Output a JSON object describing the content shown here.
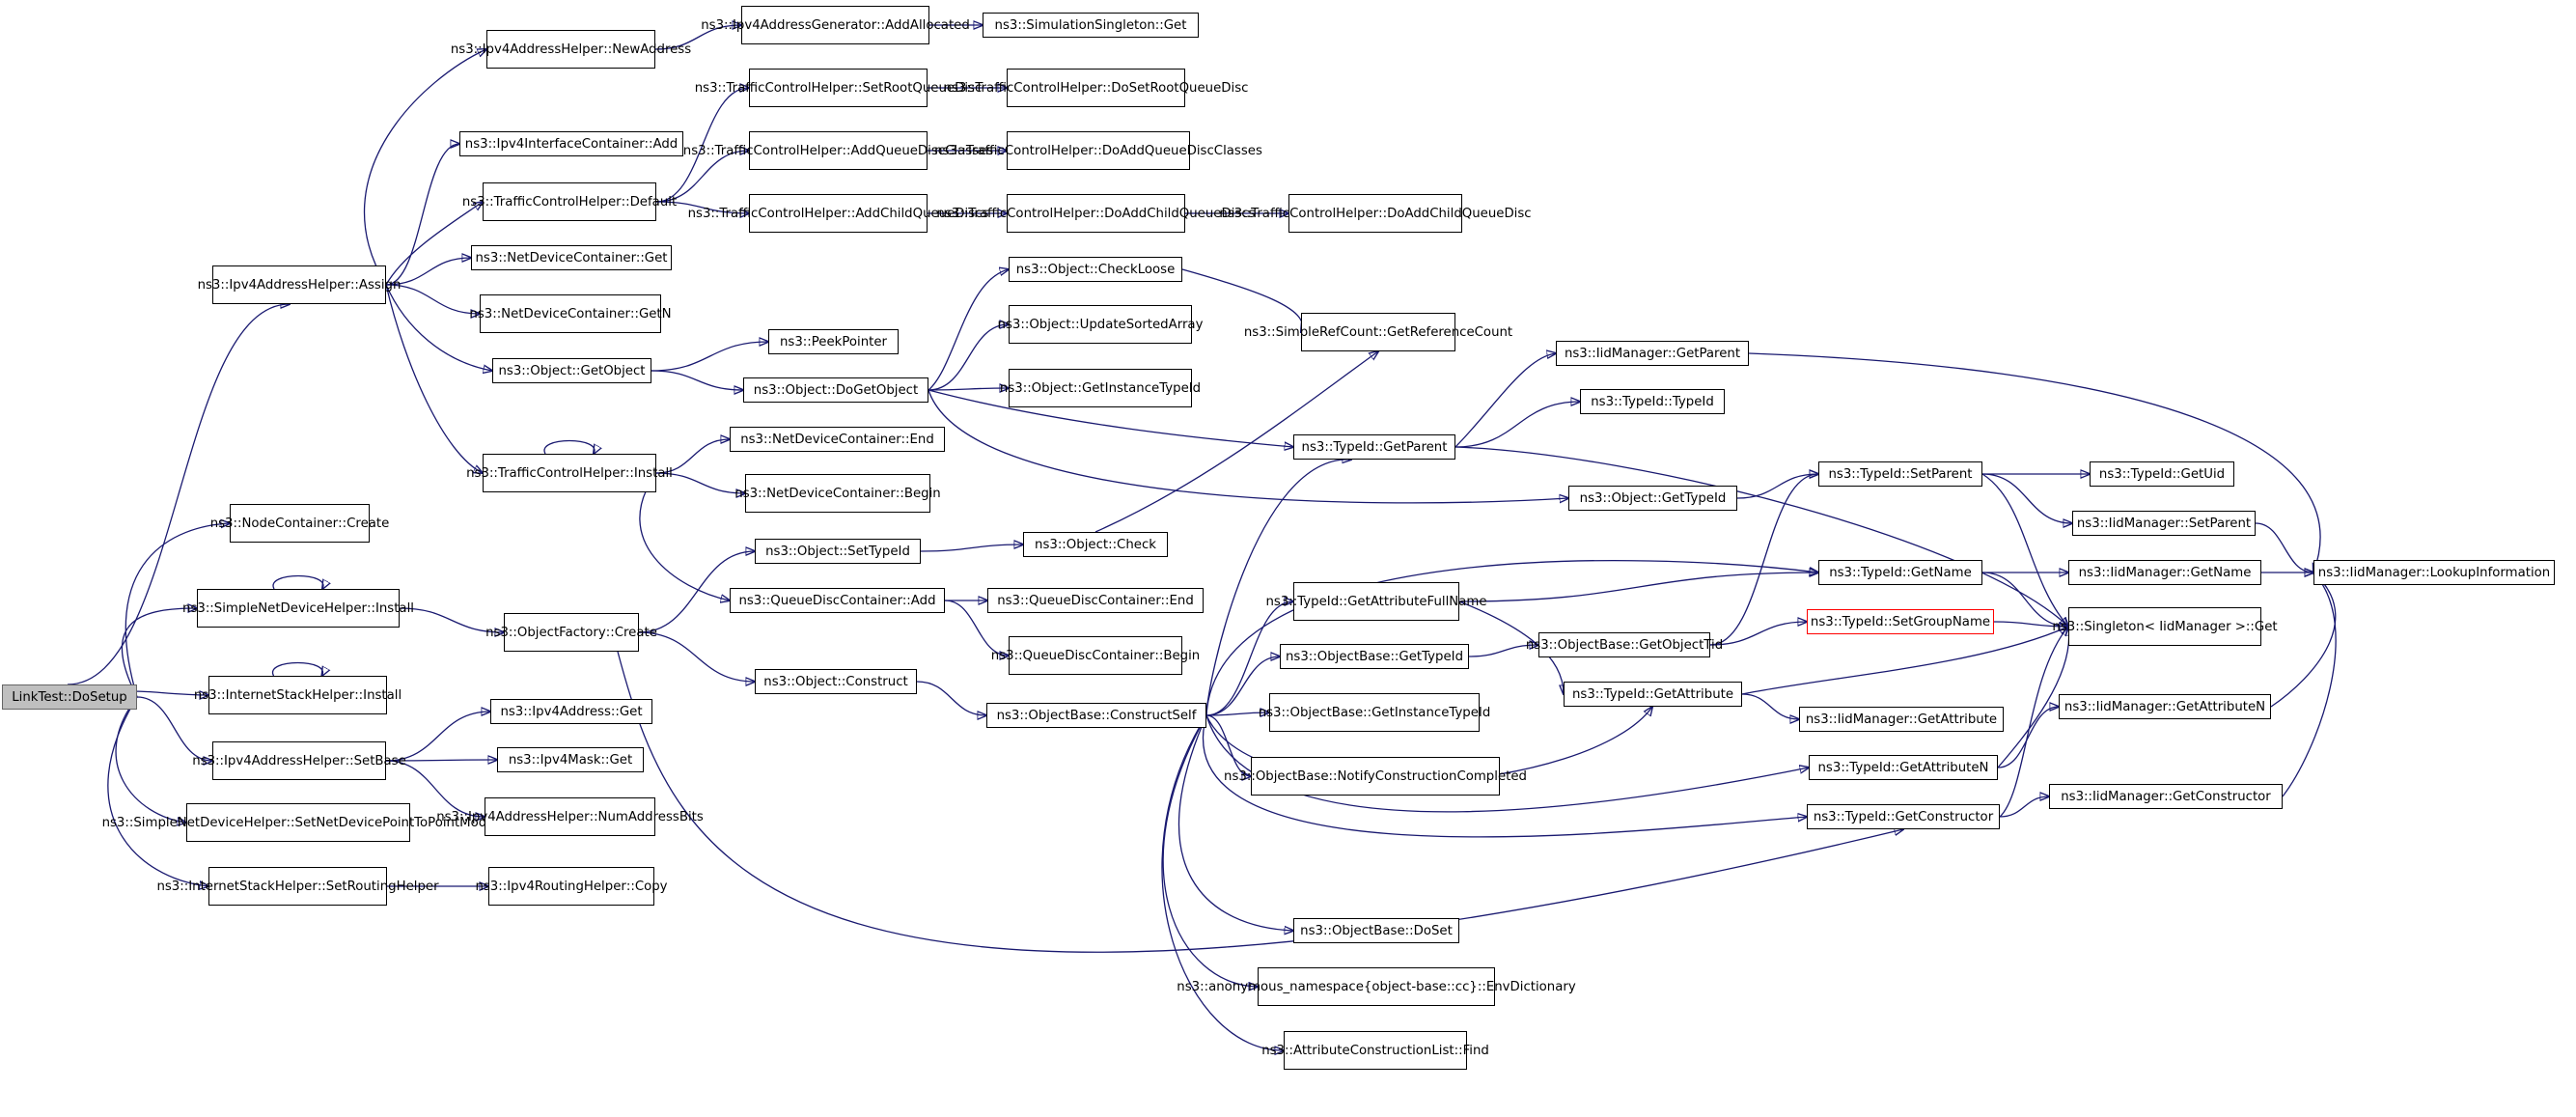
{
  "graph": {
    "nodes": [
      {
        "id": "dosetup",
        "lines": [
          "LinkTest::DoSetup"
        ],
        "root": true
      },
      {
        "id": "ipv4ah_assign",
        "lines": [
          "ns3::Ipv4AddressHelper",
          "::Assign"
        ]
      },
      {
        "id": "nodecont_create",
        "lines": [
          "ns3::NodeContainer",
          "::Create"
        ]
      },
      {
        "id": "snd_install",
        "lines": [
          "ns3::SimpleNetDeviceHelper",
          "::Install"
        ]
      },
      {
        "id": "ish_install",
        "lines": [
          "ns3::InternetStackHelper",
          "::Install"
        ]
      },
      {
        "id": "ipv4ah_setbase",
        "lines": [
          "ns3::Ipv4AddressHelper",
          "::SetBase"
        ]
      },
      {
        "id": "snd_setp2p",
        "lines": [
          "ns3::SimpleNetDeviceHelper",
          "::SetNetDevicePointToPointMode"
        ]
      },
      {
        "id": "ish_setrouting",
        "lines": [
          "ns3::InternetStackHelper",
          "::SetRoutingHelper"
        ]
      },
      {
        "id": "ipv4ah_newaddr",
        "lines": [
          "ns3::Ipv4AddressHelper",
          "::NewAddress"
        ]
      },
      {
        "id": "ipv4ifc_add",
        "lines": [
          "ns3::Ipv4InterfaceContainer::Add"
        ]
      },
      {
        "id": "tch_default",
        "lines": [
          "ns3::TrafficControlHelper",
          "::Default"
        ]
      },
      {
        "id": "ndc_get",
        "lines": [
          "ns3::NetDeviceContainer::Get"
        ]
      },
      {
        "id": "ndc_getn",
        "lines": [
          "ns3::NetDeviceContainer",
          "::GetN"
        ]
      },
      {
        "id": "obj_getobject",
        "lines": [
          "ns3::Object::GetObject"
        ]
      },
      {
        "id": "tch_install",
        "lines": [
          "ns3::TrafficControlHelper",
          "::Install"
        ]
      },
      {
        "id": "objfactory_create",
        "lines": [
          "ns3::ObjectFactory",
          "::Create"
        ]
      },
      {
        "id": "ipv4addr_get",
        "lines": [
          "ns3::Ipv4Address::Get"
        ]
      },
      {
        "id": "ipv4mask_get",
        "lines": [
          "ns3::Ipv4Mask::Get"
        ]
      },
      {
        "id": "ipv4ah_numbits",
        "lines": [
          "ns3::Ipv4AddressHelper",
          "::NumAddressBits"
        ]
      },
      {
        "id": "ipv4rh_copy",
        "lines": [
          "ns3::Ipv4RoutingHelper",
          "::Copy"
        ]
      },
      {
        "id": "ipv4ag_addalloc",
        "lines": [
          "ns3::Ipv4AddressGenerator",
          "::AddAllocated"
        ]
      },
      {
        "id": "simsingleton_get",
        "lines": [
          "ns3::SimulationSingleton::Get"
        ]
      },
      {
        "id": "tch_setroot",
        "lines": [
          "ns3::TrafficControlHelper",
          "::SetRootQueueDisc"
        ]
      },
      {
        "id": "tch_addqdclasses",
        "lines": [
          "ns3::TrafficControlHelper",
          "::AddQueueDiscClasses"
        ]
      },
      {
        "id": "tch_addchild",
        "lines": [
          "ns3::TrafficControlHelper",
          "::AddChildQueueDiscs"
        ]
      },
      {
        "id": "tch_dosetroot",
        "lines": [
          "ns3::TrafficControlHelper",
          "::DoSetRootQueueDisc"
        ]
      },
      {
        "id": "tch_doaddqdclasses",
        "lines": [
          "ns3::TrafficControlHelper",
          "::DoAddQueueDiscClasses"
        ]
      },
      {
        "id": "tch_doaddchild",
        "lines": [
          "ns3::TrafficControlHelper",
          "::DoAddChildQueueDiscs"
        ]
      },
      {
        "id": "tch_doaddchildqd",
        "lines": [
          "ns3::TrafficControlHelper",
          "::DoAddChildQueueDisc"
        ]
      },
      {
        "id": "peekpointer",
        "lines": [
          "ns3::PeekPointer"
        ]
      },
      {
        "id": "obj_dogetobject",
        "lines": [
          "ns3::Object::DoGetObject"
        ]
      },
      {
        "id": "ndc_end",
        "lines": [
          "ns3::NetDeviceContainer::End"
        ]
      },
      {
        "id": "ndc_begin",
        "lines": [
          "ns3::NetDeviceContainer",
          "::Begin"
        ]
      },
      {
        "id": "obj_settypeid",
        "lines": [
          "ns3::Object::SetTypeId"
        ]
      },
      {
        "id": "qdc_add",
        "lines": [
          "ns3::QueueDiscContainer::Add"
        ]
      },
      {
        "id": "obj_construct",
        "lines": [
          "ns3::Object::Construct"
        ]
      },
      {
        "id": "obj_checkloose",
        "lines": [
          "ns3::Object::CheckLoose"
        ]
      },
      {
        "id": "obj_updatesorted",
        "lines": [
          "ns3::Object::UpdateSorted",
          "Array"
        ]
      },
      {
        "id": "obj_getinstancetid",
        "lines": [
          "ns3::Object::GetInstance",
          "TypeId"
        ]
      },
      {
        "id": "obj_check",
        "lines": [
          "ns3::Object::Check"
        ]
      },
      {
        "id": "qdc_end",
        "lines": [
          "ns3::QueueDiscContainer::End"
        ]
      },
      {
        "id": "qdc_begin",
        "lines": [
          "ns3::QueueDiscContainer",
          "::Begin"
        ]
      },
      {
        "id": "objbase_constructself",
        "lines": [
          "ns3::ObjectBase::ConstructSelf"
        ]
      },
      {
        "id": "src_getrefcount",
        "lines": [
          "ns3::SimpleRefCount",
          "::GetReferenceCount"
        ]
      },
      {
        "id": "tid_getparent",
        "lines": [
          "ns3::TypeId::GetParent"
        ]
      },
      {
        "id": "tid_getattrfullname",
        "lines": [
          "ns3::TypeId::GetAttribute",
          "FullName"
        ]
      },
      {
        "id": "objbase_gettypeid",
        "lines": [
          "ns3::ObjectBase::GetTypeId"
        ]
      },
      {
        "id": "objbase_getinsttid",
        "lines": [
          "ns3::ObjectBase::GetInstance",
          "TypeId"
        ]
      },
      {
        "id": "objbase_notifyconstr",
        "lines": [
          "ns3::ObjectBase::NotifyConstruction",
          "Completed"
        ]
      },
      {
        "id": "objbase_doset",
        "lines": [
          "ns3::ObjectBase::DoSet"
        ]
      },
      {
        "id": "anon_envdict",
        "lines": [
          "ns3::anonymous_namespace",
          "{object-base::cc}::EnvDictionary"
        ]
      },
      {
        "id": "attrconstr_find",
        "lines": [
          "ns3::AttributeConstruction",
          "List::Find"
        ]
      },
      {
        "id": "iidm_getparent",
        "lines": [
          "ns3::IidManager::GetParent"
        ]
      },
      {
        "id": "tid_typeid",
        "lines": [
          "ns3::TypeId::TypeId"
        ]
      },
      {
        "id": "obj_gettypeid",
        "lines": [
          "ns3::Object::GetTypeId"
        ]
      },
      {
        "id": "objbase_getobjecttid",
        "lines": [
          "ns3::ObjectBase::GetObjectTid"
        ]
      },
      {
        "id": "tid_getattribute",
        "lines": [
          "ns3::TypeId::GetAttribute"
        ]
      },
      {
        "id": "tid_setparent",
        "lines": [
          "ns3::TypeId::SetParent"
        ]
      },
      {
        "id": "tid_getname",
        "lines": [
          "ns3::TypeId::GetName"
        ]
      },
      {
        "id": "tid_setgroupname",
        "lines": [
          "ns3::TypeId::SetGroupName"
        ],
        "red": true
      },
      {
        "id": "iidm_getattribute",
        "lines": [
          "ns3::IidManager::GetAttribute"
        ]
      },
      {
        "id": "tid_getattributen",
        "lines": [
          "ns3::TypeId::GetAttributeN"
        ]
      },
      {
        "id": "tid_getconstructor",
        "lines": [
          "ns3::TypeId::GetConstructor"
        ]
      },
      {
        "id": "tid_getuid",
        "lines": [
          "ns3::TypeId::GetUid"
        ]
      },
      {
        "id": "iidm_setparent",
        "lines": [
          "ns3::IidManager::SetParent"
        ]
      },
      {
        "id": "iidm_getname",
        "lines": [
          "ns3::IidManager::GetName"
        ]
      },
      {
        "id": "singleton_get",
        "lines": [
          "ns3::Singleton< IidManager",
          " >::Get"
        ]
      },
      {
        "id": "iidm_getattributen",
        "lines": [
          "ns3::IidManager::GetAttributeN"
        ]
      },
      {
        "id": "iidm_getconstructor",
        "lines": [
          "ns3::IidManager::GetConstructor"
        ]
      },
      {
        "id": "iidm_lookupinfo",
        "lines": [
          "ns3::IidManager::LookupInformation"
        ]
      }
    ],
    "edges": [
      [
        "dosetup",
        "ipv4ah_assign"
      ],
      [
        "dosetup",
        "nodecont_create"
      ],
      [
        "dosetup",
        "snd_install"
      ],
      [
        "dosetup",
        "ish_install"
      ],
      [
        "dosetup",
        "ipv4ah_setbase"
      ],
      [
        "dosetup",
        "snd_setp2p"
      ],
      [
        "dosetup",
        "ish_setrouting"
      ],
      [
        "ipv4ah_assign",
        "ipv4ah_newaddr"
      ],
      [
        "ipv4ah_assign",
        "ipv4ifc_add"
      ],
      [
        "ipv4ah_assign",
        "tch_default"
      ],
      [
        "ipv4ah_assign",
        "ndc_get"
      ],
      [
        "ipv4ah_assign",
        "ndc_getn"
      ],
      [
        "ipv4ah_assign",
        "obj_getobject"
      ],
      [
        "ipv4ah_assign",
        "tch_install"
      ],
      [
        "snd_install",
        "snd_install"
      ],
      [
        "snd_install",
        "objfactory_create"
      ],
      [
        "ish_install",
        "ish_install"
      ],
      [
        "ipv4ah_setbase",
        "ipv4addr_get"
      ],
      [
        "ipv4ah_setbase",
        "ipv4mask_get"
      ],
      [
        "ipv4ah_setbase",
        "ipv4ah_numbits"
      ],
      [
        "ish_setrouting",
        "ipv4rh_copy"
      ],
      [
        "ipv4ah_newaddr",
        "ipv4ag_addalloc"
      ],
      [
        "ipv4ag_addalloc",
        "simsingleton_get"
      ],
      [
        "tch_default",
        "tch_setroot"
      ],
      [
        "tch_default",
        "tch_addqdclasses"
      ],
      [
        "tch_default",
        "tch_addchild"
      ],
      [
        "tch_setroot",
        "tch_dosetroot"
      ],
      [
        "tch_addqdclasses",
        "tch_doaddqdclasses"
      ],
      [
        "tch_addchild",
        "tch_doaddchild"
      ],
      [
        "tch_doaddchild",
        "tch_doaddchildqd"
      ],
      [
        "obj_getobject",
        "peekpointer"
      ],
      [
        "obj_getobject",
        "obj_dogetobject"
      ],
      [
        "tch_install",
        "tch_install"
      ],
      [
        "tch_install",
        "ndc_end"
      ],
      [
        "tch_install",
        "ndc_begin"
      ],
      [
        "tch_install",
        "qdc_add"
      ],
      [
        "objfactory_create",
        "obj_settypeid"
      ],
      [
        "objfactory_create",
        "obj_construct"
      ],
      [
        "objfactory_create",
        "tid_getconstructor"
      ],
      [
        "obj_dogetobject",
        "obj_checkloose"
      ],
      [
        "obj_dogetobject",
        "obj_updatesorted"
      ],
      [
        "obj_dogetobject",
        "obj_getinstancetid"
      ],
      [
        "obj_dogetobject",
        "tid_getparent"
      ],
      [
        "obj_dogetobject",
        "obj_gettypeid"
      ],
      [
        "obj_settypeid",
        "obj_check"
      ],
      [
        "qdc_add",
        "qdc_end"
      ],
      [
        "qdc_add",
        "qdc_begin"
      ],
      [
        "obj_construct",
        "objbase_constructself"
      ],
      [
        "obj_checkloose",
        "src_getrefcount"
      ],
      [
        "obj_check",
        "src_getrefcount"
      ],
      [
        "objbase_constructself",
        "tid_getparent"
      ],
      [
        "objbase_constructself",
        "tid_getname"
      ],
      [
        "objbase_constructself",
        "tid_getattrfullname"
      ],
      [
        "objbase_constructself",
        "objbase_gettypeid"
      ],
      [
        "objbase_constructself",
        "objbase_getinsttid"
      ],
      [
        "objbase_constructself",
        "objbase_notifyconstr"
      ],
      [
        "objbase_constructself",
        "tid_getattribute"
      ],
      [
        "objbase_constructself",
        "tid_getattributen"
      ],
      [
        "objbase_constructself",
        "tid_getconstructor"
      ],
      [
        "objbase_constructself",
        "objbase_doset"
      ],
      [
        "objbase_constructself",
        "anon_envdict"
      ],
      [
        "objbase_constructself",
        "attrconstr_find"
      ],
      [
        "tid_getparent",
        "iidm_getparent"
      ],
      [
        "tid_getparent",
        "tid_typeid"
      ],
      [
        "tid_getparent",
        "singleton_get"
      ],
      [
        "tid_getattrfullname",
        "tid_getname"
      ],
      [
        "tid_getattrfullname",
        "tid_getattribute"
      ],
      [
        "objbase_gettypeid",
        "objbase_getobjecttid"
      ],
      [
        "obj_gettypeid",
        "tid_setparent"
      ],
      [
        "objbase_getobjecttid",
        "tid_setparent"
      ],
      [
        "objbase_getobjecttid",
        "tid_setgroupname"
      ],
      [
        "tid_getattribute",
        "iidm_getattribute"
      ],
      [
        "tid_getattribute",
        "singleton_get"
      ],
      [
        "tid_setparent",
        "tid_getuid"
      ],
      [
        "tid_setparent",
        "iidm_setparent"
      ],
      [
        "tid_setparent",
        "singleton_get"
      ],
      [
        "tid_getname",
        "iidm_getname"
      ],
      [
        "tid_getname",
        "singleton_get"
      ],
      [
        "tid_getattributen",
        "iidm_getattributen"
      ],
      [
        "tid_getattributen",
        "singleton_get"
      ],
      [
        "tid_getconstructor",
        "iidm_getconstructor"
      ],
      [
        "tid_getconstructor",
        "singleton_get"
      ],
      [
        "iidm_getparent",
        "iidm_lookupinfo"
      ],
      [
        "iidm_setparent",
        "iidm_lookupinfo"
      ],
      [
        "iidm_getname",
        "iidm_lookupinfo"
      ],
      [
        "iidm_getattributen",
        "iidm_lookupinfo"
      ],
      [
        "iidm_getconstructor",
        "iidm_lookupinfo"
      ],
      [
        "tid_setgroupname",
        "singleton_get"
      ]
    ]
  }
}
